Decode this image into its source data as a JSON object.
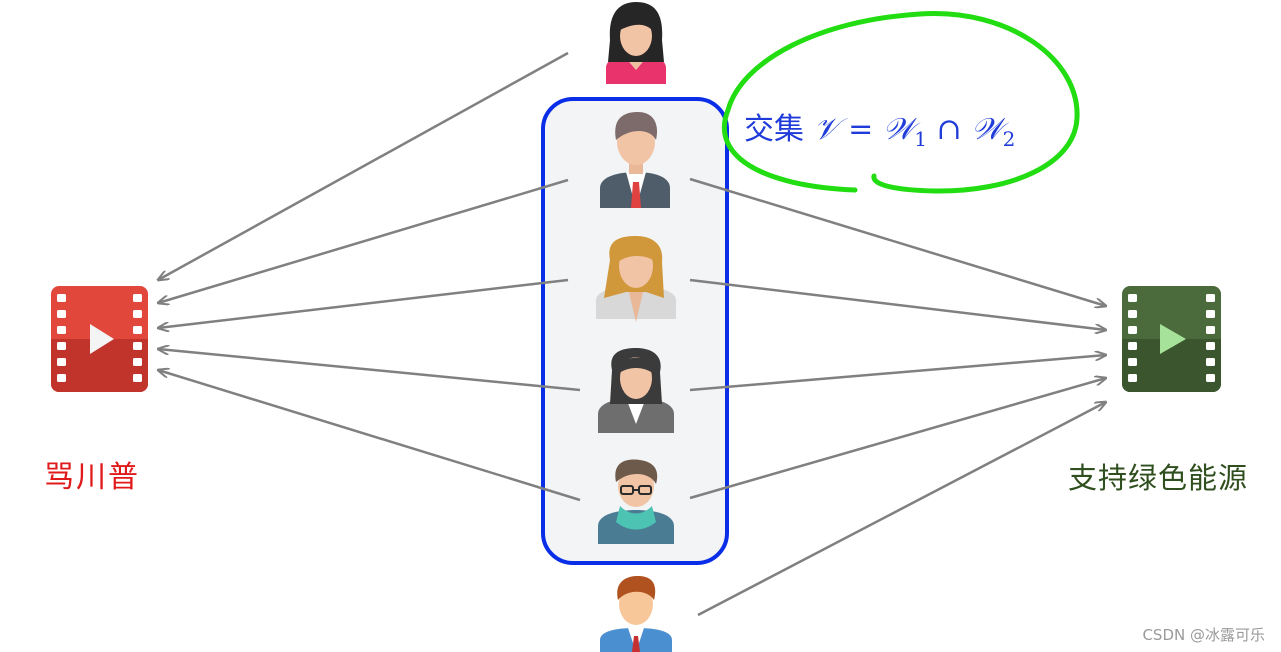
{
  "labels": {
    "left_video": "骂川普",
    "right_video": "支持绿色能源"
  },
  "intersection": {
    "chinese": "交集",
    "V": "𝒱",
    "equals": "=",
    "W1": "𝒲",
    "sub1": "1",
    "cap": "∩",
    "W2": "𝒲",
    "sub2": "2"
  },
  "watermark": "CSDN @冰露可乐",
  "colors": {
    "left_video": "#d9392f",
    "right_video": "#3f5e33",
    "box": "#0a2ee8",
    "green_loop": "#22dd11",
    "arrow": "#808080"
  }
}
